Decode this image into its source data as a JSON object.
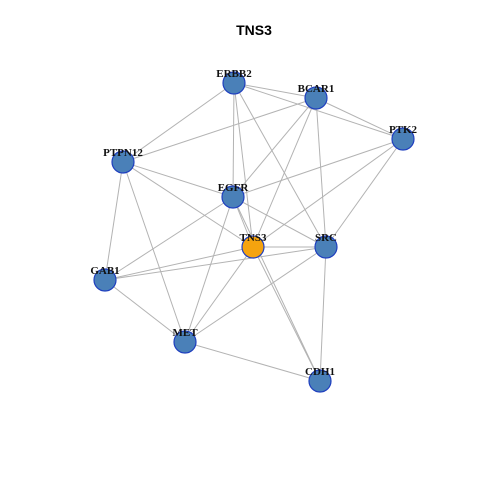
{
  "diagram": {
    "title": "TNS3",
    "colors": {
      "focus_node": "#f5a30f",
      "other_node": "#4a80b8",
      "node_border": "#1f3fbf",
      "edge": "#b3b3b3"
    },
    "nodes": [
      {
        "id": "TNS3",
        "label": "TNS3",
        "focus": true
      },
      {
        "id": "ERBB2",
        "label": "ERBB2",
        "focus": false
      },
      {
        "id": "BCAR1",
        "label": "BCAR1",
        "focus": false
      },
      {
        "id": "PTK2",
        "label": "PTK2",
        "focus": false
      },
      {
        "id": "PTPN12",
        "label": "PTPN12",
        "focus": false
      },
      {
        "id": "EGFR",
        "label": "EGFR",
        "focus": false
      },
      {
        "id": "SRC",
        "label": "SRC",
        "focus": false
      },
      {
        "id": "GAB1",
        "label": "GAB1",
        "focus": false
      },
      {
        "id": "MET",
        "label": "MET",
        "focus": false
      },
      {
        "id": "CDH1",
        "label": "CDH1",
        "focus": false
      }
    ],
    "edges": [
      [
        "ERBB2",
        "BCAR1"
      ],
      [
        "ERBB2",
        "PTK2"
      ],
      [
        "ERBB2",
        "PTPN12"
      ],
      [
        "ERBB2",
        "EGFR"
      ],
      [
        "ERBB2",
        "TNS3"
      ],
      [
        "ERBB2",
        "SRC"
      ],
      [
        "BCAR1",
        "PTK2"
      ],
      [
        "BCAR1",
        "PTPN12"
      ],
      [
        "BCAR1",
        "EGFR"
      ],
      [
        "BCAR1",
        "TNS3"
      ],
      [
        "BCAR1",
        "SRC"
      ],
      [
        "PTK2",
        "EGFR"
      ],
      [
        "PTK2",
        "TNS3"
      ],
      [
        "PTK2",
        "SRC"
      ],
      [
        "PTPN12",
        "EGFR"
      ],
      [
        "PTPN12",
        "TNS3"
      ],
      [
        "PTPN12",
        "GAB1"
      ],
      [
        "PTPN12",
        "MET"
      ],
      [
        "EGFR",
        "TNS3"
      ],
      [
        "EGFR",
        "SRC"
      ],
      [
        "EGFR",
        "GAB1"
      ],
      [
        "EGFR",
        "MET"
      ],
      [
        "EGFR",
        "CDH1"
      ],
      [
        "TNS3",
        "SRC"
      ],
      [
        "TNS3",
        "GAB1"
      ],
      [
        "TNS3",
        "MET"
      ],
      [
        "TNS3",
        "CDH1"
      ],
      [
        "SRC",
        "GAB1"
      ],
      [
        "SRC",
        "MET"
      ],
      [
        "SRC",
        "CDH1"
      ],
      [
        "GAB1",
        "MET"
      ],
      [
        "MET",
        "CDH1"
      ]
    ]
  }
}
